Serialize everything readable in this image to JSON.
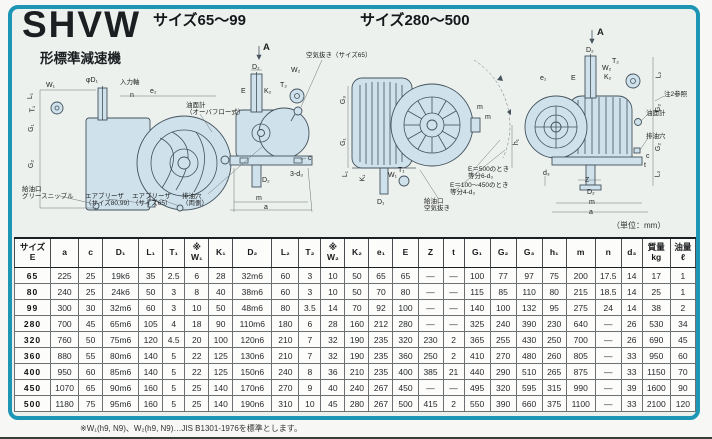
{
  "page": {
    "title": "SHVW",
    "subtitle": "形標準減速機",
    "section_small": "サイズ65～99",
    "section_large": "サイズ280～500",
    "unit_note": "（単位：mm）",
    "footnote": "※W₁(h9, N9)、W₂(h9, N9)…JIS B1301-1976を標準とします。"
  },
  "drawings": {
    "small_side": {
      "w1": "W₁",
      "d1": "φD₁",
      "input_shaft": "入力軸",
      "n": "n",
      "e2": "e₂",
      "l1": "L₁",
      "t1": "T₁",
      "g1": "G₁",
      "g2": "G₂",
      "grease": "給油口\nグリースニップル",
      "breather_8099": "エアブリーザ\n（サイズ80,99）",
      "breather_65": "エアブリーザ\n（サイズ65）",
      "oil_gauge": "油面計\n（オーバフロー式）"
    },
    "small_front": {
      "a_arrow": "A",
      "vent65": "空気抜き（サイズ65）",
      "d2": "D₂",
      "w2": "W₂",
      "t2": "T₂",
      "k2": "K₂",
      "e": "E",
      "drain": "排油穴\n（両側）",
      "c": "c",
      "bolt3": "3-d₃",
      "d2_bottom": "D₂",
      "m": "m",
      "a": "a"
    },
    "large_side": {
      "g3": "G₃",
      "g1": "G₁",
      "l1": "L₁",
      "k1": "K₁",
      "w1": "W₁",
      "t1": "T₁",
      "d1": "D₁",
      "h1": "h₁",
      "m1": "m",
      "m2": "m",
      "note_e500": "E＝500のとき\n等分6-d₃",
      "note_e100": "E＝100～450のとき\n等分4-d₃",
      "fill_port": "給油口\n空気抜き"
    },
    "large_front": {
      "a_arrow": "A",
      "d2": "D₂",
      "t2": "T₂",
      "w2": "W₂",
      "k2": "K₂",
      "e": "E",
      "e1": "e₁",
      "l2_top": "L₂",
      "note2": "注2参照",
      "g2_upper": "G₂",
      "oil_gauge": "油面計",
      "drain": "排油穴",
      "g2_lower": "G₂",
      "c": "c",
      "t": "t",
      "l2_bottom": "L₂",
      "d3": "d₃",
      "z": "Z",
      "d2_bottom": "D₂",
      "m": "m",
      "a": "a"
    }
  },
  "table": {
    "columns": [
      "サイズ\nE",
      "a",
      "c",
      "D₁",
      "L₁",
      "T₁",
      "※\nW₁",
      "K₁",
      "D₂",
      "L₂",
      "T₂",
      "※\nW₂",
      "K₂",
      "e₁",
      "E",
      "Z",
      "t",
      "G₁",
      "G₂",
      "G₃",
      "h₁",
      "m",
      "n",
      "d₃",
      "質量\nkg",
      "油量\nℓ"
    ],
    "rows": [
      [
        "65",
        "225",
        "25",
        "19k6",
        "35",
        "2.5",
        "6",
        "28",
        "32m6",
        "60",
        "3",
        "10",
        "50",
        "65",
        "65",
        "—",
        "—",
        "100",
        "77",
        "97",
        "75",
        "200",
        "17.5",
        "14",
        "17",
        "1"
      ],
      [
        "80",
        "240",
        "25",
        "24k6",
        "50",
        "3",
        "8",
        "40",
        "38m6",
        "60",
        "3",
        "10",
        "50",
        "70",
        "80",
        "—",
        "—",
        "115",
        "85",
        "110",
        "80",
        "215",
        "18.5",
        "14",
        "25",
        "1"
      ],
      [
        "99",
        "300",
        "30",
        "32m6",
        "60",
        "3",
        "10",
        "50",
        "48m6",
        "80",
        "3.5",
        "14",
        "70",
        "92",
        "100",
        "—",
        "—",
        "140",
        "100",
        "132",
        "95",
        "275",
        "24",
        "14",
        "38",
        "2"
      ],
      [
        "280",
        "700",
        "45",
        "65m6",
        "105",
        "4",
        "18",
        "90",
        "110m6",
        "180",
        "6",
        "28",
        "160",
        "212",
        "280",
        "—",
        "—",
        "325",
        "240",
        "390",
        "230",
        "640",
        "—",
        "26",
        "530",
        "34"
      ],
      [
        "320",
        "760",
        "50",
        "75m6",
        "120",
        "4.5",
        "20",
        "100",
        "120n6",
        "210",
        "7",
        "32",
        "190",
        "235",
        "320",
        "230",
        "2",
        "365",
        "255",
        "430",
        "250",
        "700",
        "—",
        "26",
        "690",
        "45"
      ],
      [
        "360",
        "880",
        "55",
        "80m6",
        "140",
        "5",
        "22",
        "125",
        "130n6",
        "210",
        "7",
        "32",
        "190",
        "235",
        "360",
        "250",
        "2",
        "410",
        "270",
        "480",
        "260",
        "805",
        "—",
        "33",
        "950",
        "60"
      ],
      [
        "400",
        "950",
        "60",
        "85m6",
        "140",
        "5",
        "22",
        "125",
        "150n6",
        "240",
        "8",
        "36",
        "210",
        "235",
        "400",
        "385",
        "21",
        "440",
        "290",
        "510",
        "265",
        "875",
        "—",
        "33",
        "1150",
        "70"
      ],
      [
        "450",
        "1070",
        "65",
        "90m6",
        "160",
        "5",
        "25",
        "140",
        "170n6",
        "270",
        "9",
        "40",
        "240",
        "267",
        "450",
        "—",
        "—",
        "495",
        "320",
        "595",
        "315",
        "990",
        "—",
        "39",
        "1600",
        "90"
      ],
      [
        "500",
        "1180",
        "75",
        "95m6",
        "160",
        "5",
        "25",
        "140",
        "190n6",
        "310",
        "10",
        "45",
        "280",
        "267",
        "500",
        "415",
        "2",
        "550",
        "390",
        "660",
        "375",
        "1100",
        "—",
        "33",
        "2100",
        "120"
      ]
    ]
  },
  "colors": {
    "frame_teal": "#1d96b5",
    "drawing_fill": "#cfe2ec",
    "line": "#44525c"
  }
}
